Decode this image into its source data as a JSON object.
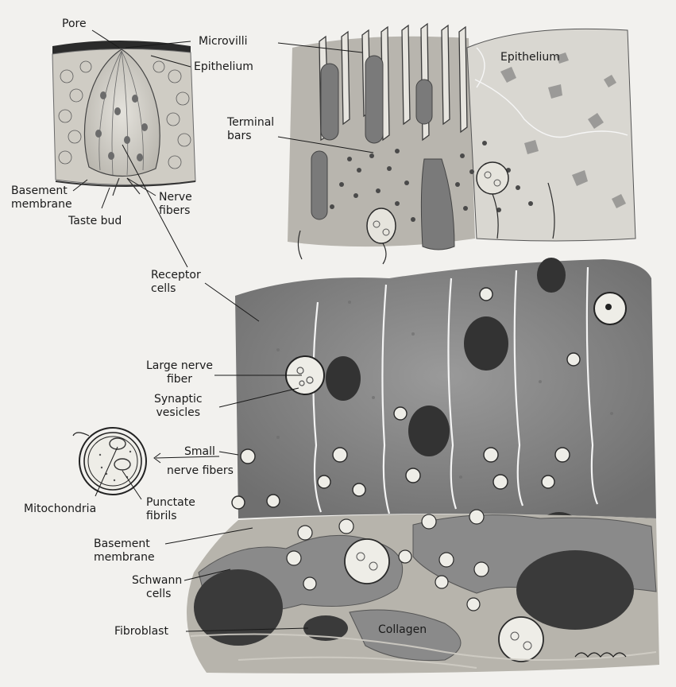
{
  "labels": {
    "pore": "Pore",
    "microvilli": "Microvilli",
    "epithelium_left": "Epithelium",
    "epithelium_right": "Epithelium",
    "terminal_bars": [
      "Terminal",
      "bars"
    ],
    "basement_membrane_top": [
      "Basement",
      "membrane"
    ],
    "nerve_fibers": [
      "Nerve",
      "fibers"
    ],
    "taste_bud": "Taste bud",
    "receptor_cells": [
      "Receptor",
      "cells"
    ],
    "large_nerve_fiber": [
      "Large nerve",
      "fiber"
    ],
    "synaptic_vesicles": [
      "Synaptic",
      "vesicles"
    ],
    "small_nerve_fibers": [
      "Small",
      "nerve fibers"
    ],
    "mitochondria": "Mitochondria",
    "punctate_fibrils": [
      "Punctate",
      "fibrils"
    ],
    "basement_membrane_bottom": [
      "Basement",
      "membrane"
    ],
    "schwann_cells": [
      "Schwann",
      "cells"
    ],
    "fibroblast": "Fibroblast",
    "collagen": "Collagen"
  },
  "colors": {
    "background": "#f2f1ee",
    "cell_body": "#8e8e8e",
    "cell_dark": "#6e6e6e",
    "nucleus": "#3a3a3a",
    "membrane_line": "#f4f4f4",
    "ink": "#1a1a1a"
  }
}
